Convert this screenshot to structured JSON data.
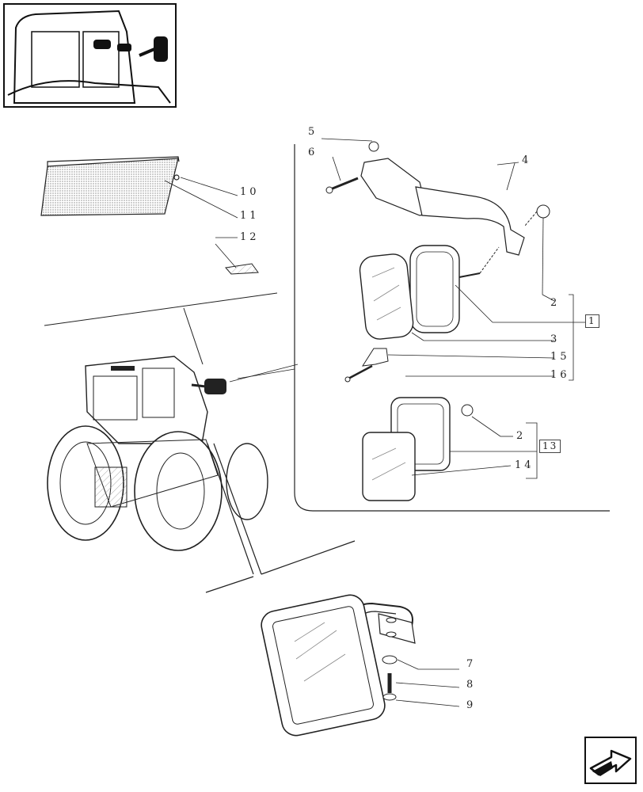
{
  "diagram": {
    "callouts": {
      "c1": "1",
      "c2a": "2",
      "c2b": "2",
      "c3": "3",
      "c4": "4",
      "c5": "5",
      "c6": "6",
      "c7": "7",
      "c8": "8",
      "c9": "9",
      "c10": "10",
      "c11": "11",
      "c12": "12",
      "c13": "13",
      "c14": "14",
      "c15": "15",
      "c16": "16"
    }
  },
  "icons": {
    "thumbnail": "tractor-cab-thumbnail-icon",
    "nav": "next-page-arrow-icon"
  },
  "colors": {
    "ink": "#222222",
    "hatch": "#888888"
  }
}
